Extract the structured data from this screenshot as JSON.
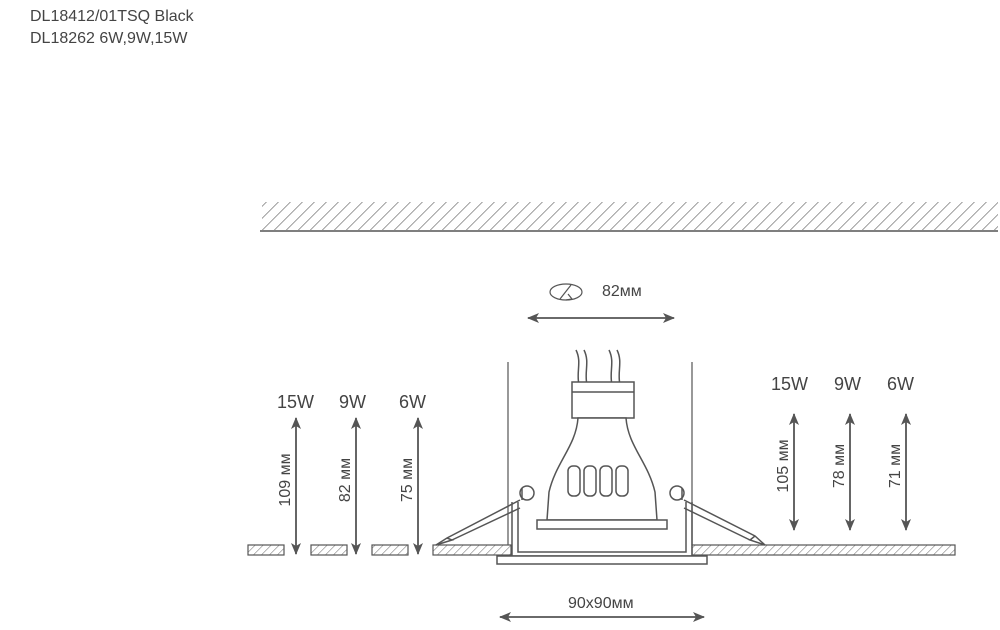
{
  "header": {
    "model_line": "DL18412/01TSQ Black",
    "variant_line": "DL18262 6W,9W,15W"
  },
  "cutout": {
    "label": "82мм"
  },
  "frame": {
    "label": "90x90мм"
  },
  "left_heights": [
    {
      "power": "15W",
      "dim": "109 мм"
    },
    {
      "power": "9W",
      "dim": "82 мм"
    },
    {
      "power": "6W",
      "dim": "75 мм"
    }
  ],
  "right_heights": [
    {
      "power": "15W",
      "dim": "105 мм"
    },
    {
      "power": "9W",
      "dim": "78 мм"
    },
    {
      "power": "6W",
      "dim": "71 мм"
    }
  ],
  "colors": {
    "line": "#555555",
    "text": "#444444"
  }
}
